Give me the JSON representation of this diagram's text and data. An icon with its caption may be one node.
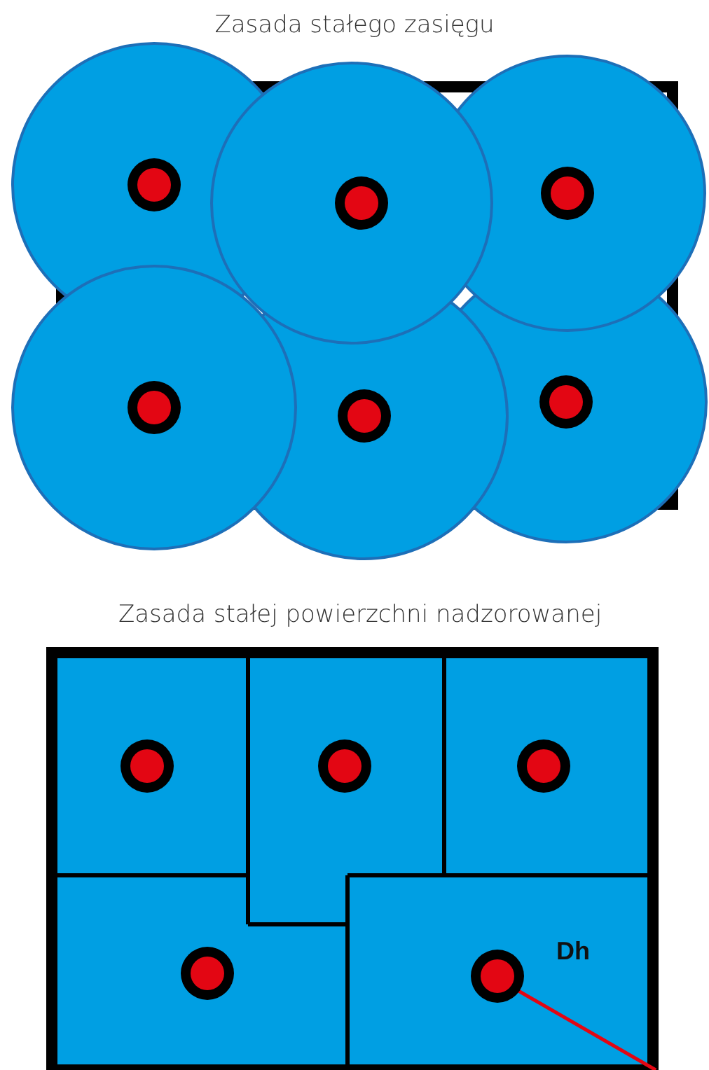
{
  "diagram": {
    "labels": [
      "Zasada stałego zasięgu",
      "Zasada stałej powierzchni nadzorowanej",
      "Dh"
    ]
  }
}
